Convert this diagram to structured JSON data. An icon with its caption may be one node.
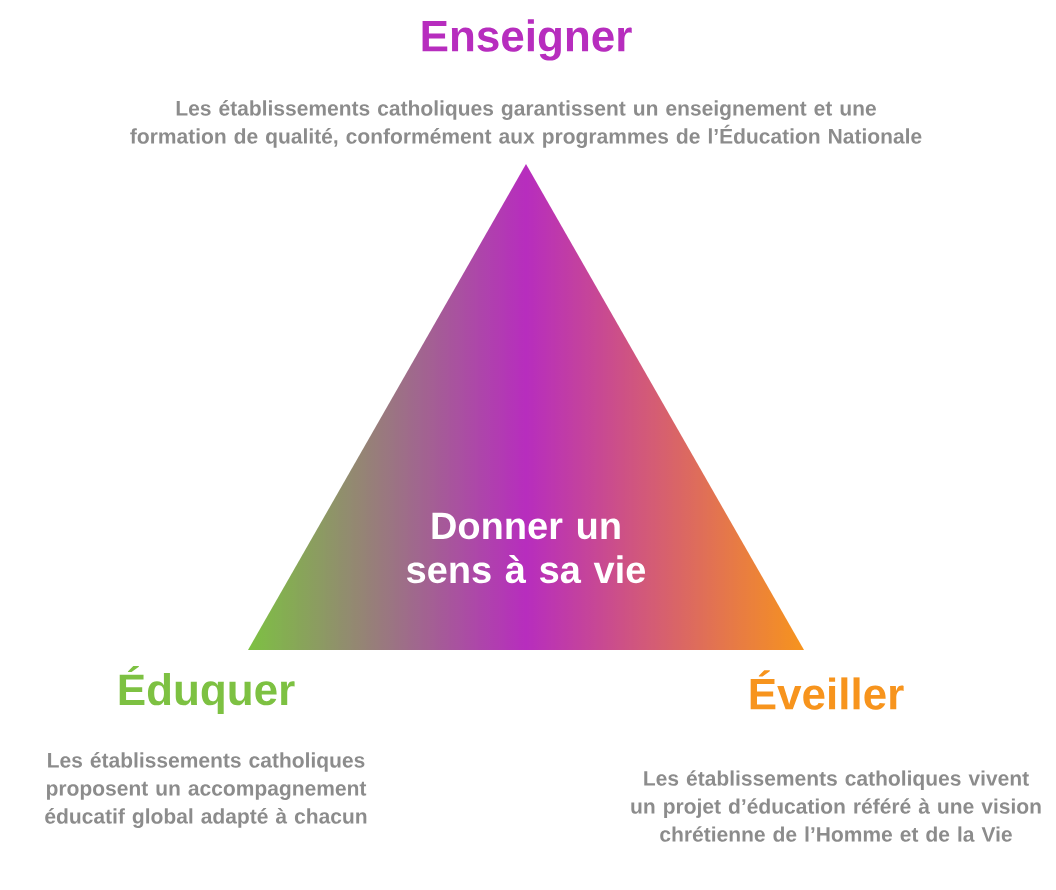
{
  "diagram": {
    "nodes": [
      {
        "text": [
          "Donner un sens à sa vie"
        ]
      }
    ],
    "labels": [
      "Enseigner",
      "Les établissements catholiques garantissent un enseignement et une formation de qualité, conformément aux programmes de l’Éducation Nationale",
      "Éduquer",
      "Éveiller",
      "Les établissements catholiques proposent un accompagnement éducatif global adapté à chacun",
      "Les établissements catholiques vivent un projet d’éducation référé à une vision chrétienne de l’Homme et de la Vie"
    ]
  }
}
